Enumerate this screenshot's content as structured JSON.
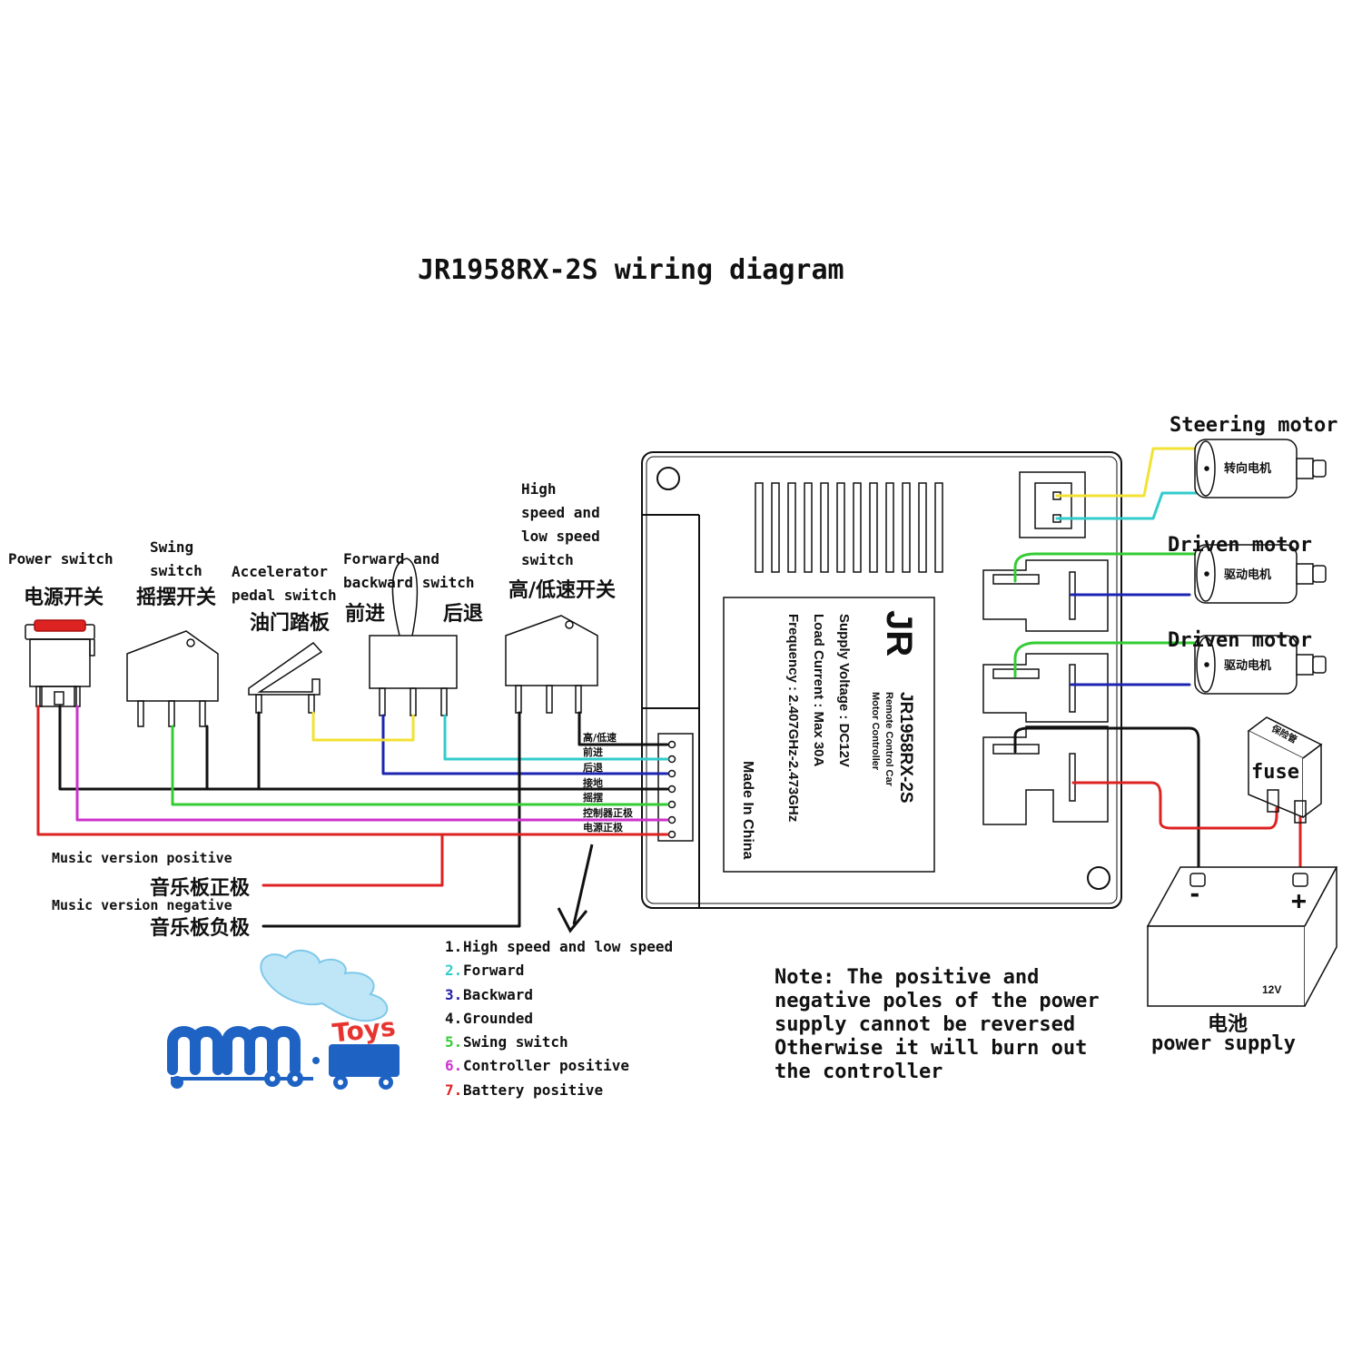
{
  "title": "JR1958RX-2S wiring diagram",
  "switches": {
    "power": {
      "en": "Power switch",
      "cn": "电源开关"
    },
    "swing": {
      "en_1": "Swing",
      "en_2": "switch",
      "cn": "摇摆开关"
    },
    "accel": {
      "en_1": "Accelerator",
      "en_2": "pedal switch",
      "cn": "油门踏板"
    },
    "fwd": {
      "en_1": "Forward and",
      "en_2": "backward switch",
      "cn_1": "前进",
      "cn_2": "后退"
    },
    "speed": {
      "en_1": "High",
      "en_2": "speed and",
      "en_3": "low speed",
      "en_4": "switch",
      "cn": "高/低速开关"
    }
  },
  "music": {
    "pos_en": "Music version positive",
    "pos_cn": "音乐板正极",
    "neg_en": "Music version negative",
    "neg_cn": "音乐板负极"
  },
  "connector_labels": [
    "高/低速",
    "前进",
    "后退",
    "接地",
    "摇摆",
    "控制器正极",
    "电源正极"
  ],
  "controller": {
    "logo": "JR",
    "model": "JR1958RX-2S",
    "line1": "Remote Control Car",
    "line2": "Motor Controller",
    "voltage": "Supply Voltage : DC12V",
    "current": "Load Current : Max 30A",
    "freq": "Frequency : 2.407GHz-2.473GHz",
    "made": "Made In China"
  },
  "motors": {
    "steering_en": "Steering motor",
    "steering_cn": "转向电机",
    "driven_en": "Driven motor",
    "driven_cn": "驱动电机"
  },
  "fuse": {
    "en": "fuse",
    "cn": "保险管"
  },
  "battery": {
    "voltage": "12V",
    "minus": "-",
    "plus": "+",
    "cn": "电池",
    "en": "power supply"
  },
  "legend": [
    {
      "num": "1.",
      "text": "High speed and low speed",
      "color": "#111111"
    },
    {
      "num": "2.",
      "text": "Forward",
      "color": "#33cccc"
    },
    {
      "num": "3.",
      "text": "Backward",
      "color": "#2222aa"
    },
    {
      "num": "4.",
      "text": "Grounded",
      "color": "#111111"
    },
    {
      "num": "5.",
      "text": "Swing switch",
      "color": "#33cc33"
    },
    {
      "num": "6.",
      "text": "Controller positive",
      "color": "#cc33cc"
    },
    {
      "num": "7.",
      "text": "Battery positive",
      "color": "#dd2222"
    }
  ],
  "note": {
    "l1": "Note: The positive and",
    "l2": "negative poles of the power",
    "l3": "supply cannot be reversed",
    "l4": "Otherwise it will burn out",
    "l5": "the controller"
  },
  "logo": {
    "brand": "mm",
    "toys": "Toys"
  },
  "wire_colors": {
    "black": "#111111",
    "yellow": "#f2e233",
    "cyan": "#33cccc",
    "blue": "#1c24b0",
    "green": "#33cc33",
    "magenta": "#cc33cc",
    "red": "#dd2222"
  }
}
